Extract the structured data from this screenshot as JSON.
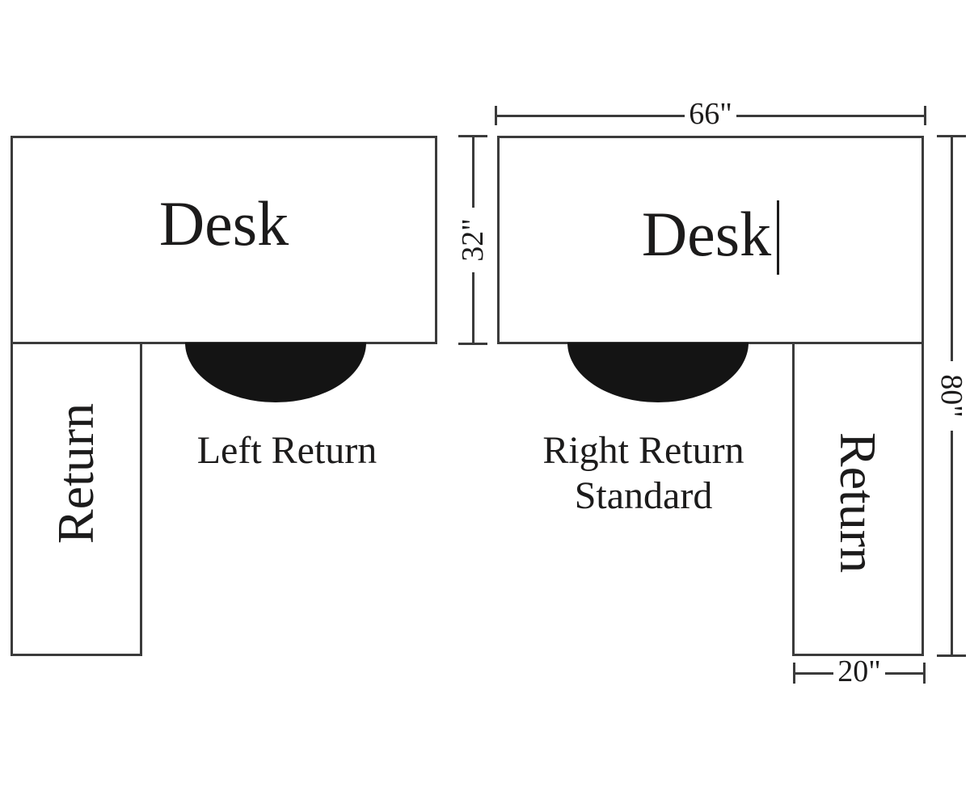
{
  "colors": {
    "line": "#3b3b3b",
    "text": "#1c1b1b",
    "chair": "#141414",
    "background": "#ffffff"
  },
  "left_config": {
    "desk_label": "Desk",
    "return_label": "Return",
    "caption": "Left Return"
  },
  "right_config": {
    "desk_label": "Desk",
    "return_label": "Return",
    "caption_line1": "Right Return",
    "caption_line2": "Standard"
  },
  "dimensions": {
    "desk_width": "66\"",
    "desk_depth": "32\"",
    "overall_depth": "80\"",
    "return_width": "20\""
  }
}
